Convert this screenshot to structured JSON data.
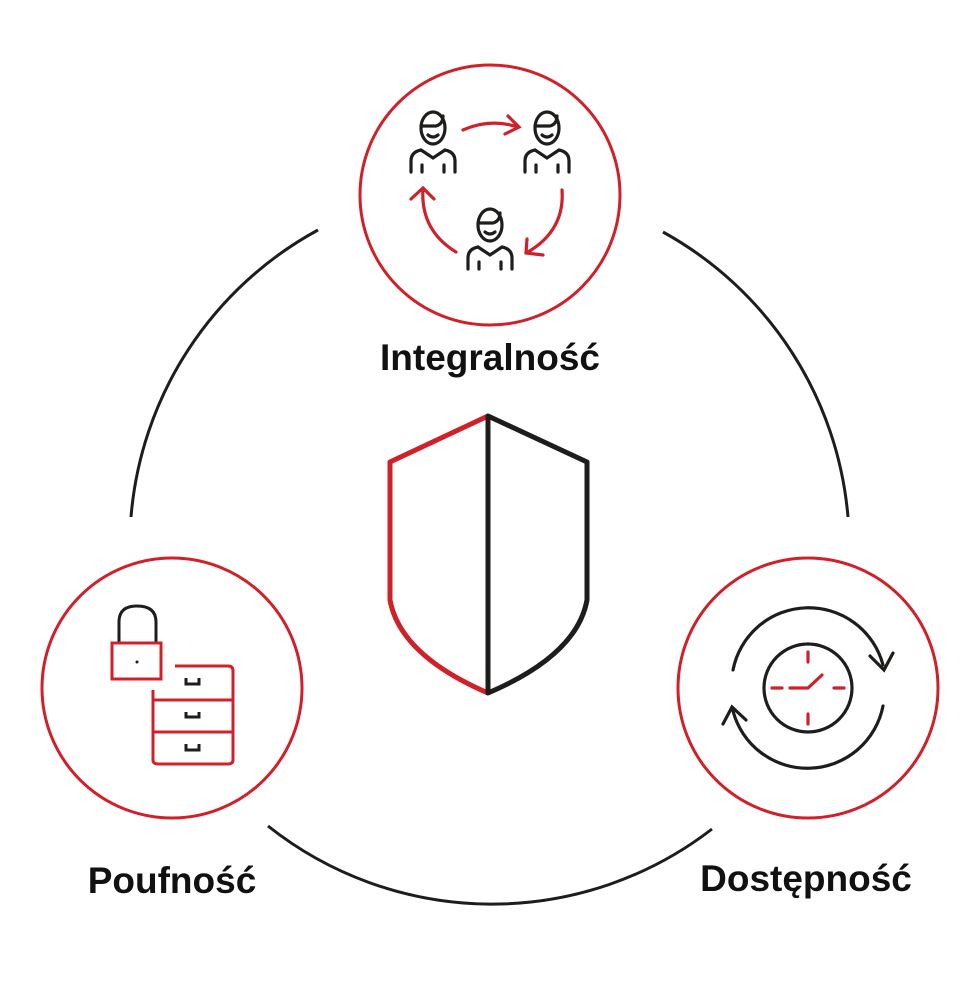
{
  "labels": {
    "top": "Integralność",
    "left": "Poufność",
    "right": "Dostępność"
  },
  "colors": {
    "accent": "#d0202a",
    "dark": "#1d1d1b"
  },
  "icons": [
    "people-cycle-icon",
    "lock-cabinet-icon",
    "clock-sync-icon",
    "shield-icon"
  ]
}
